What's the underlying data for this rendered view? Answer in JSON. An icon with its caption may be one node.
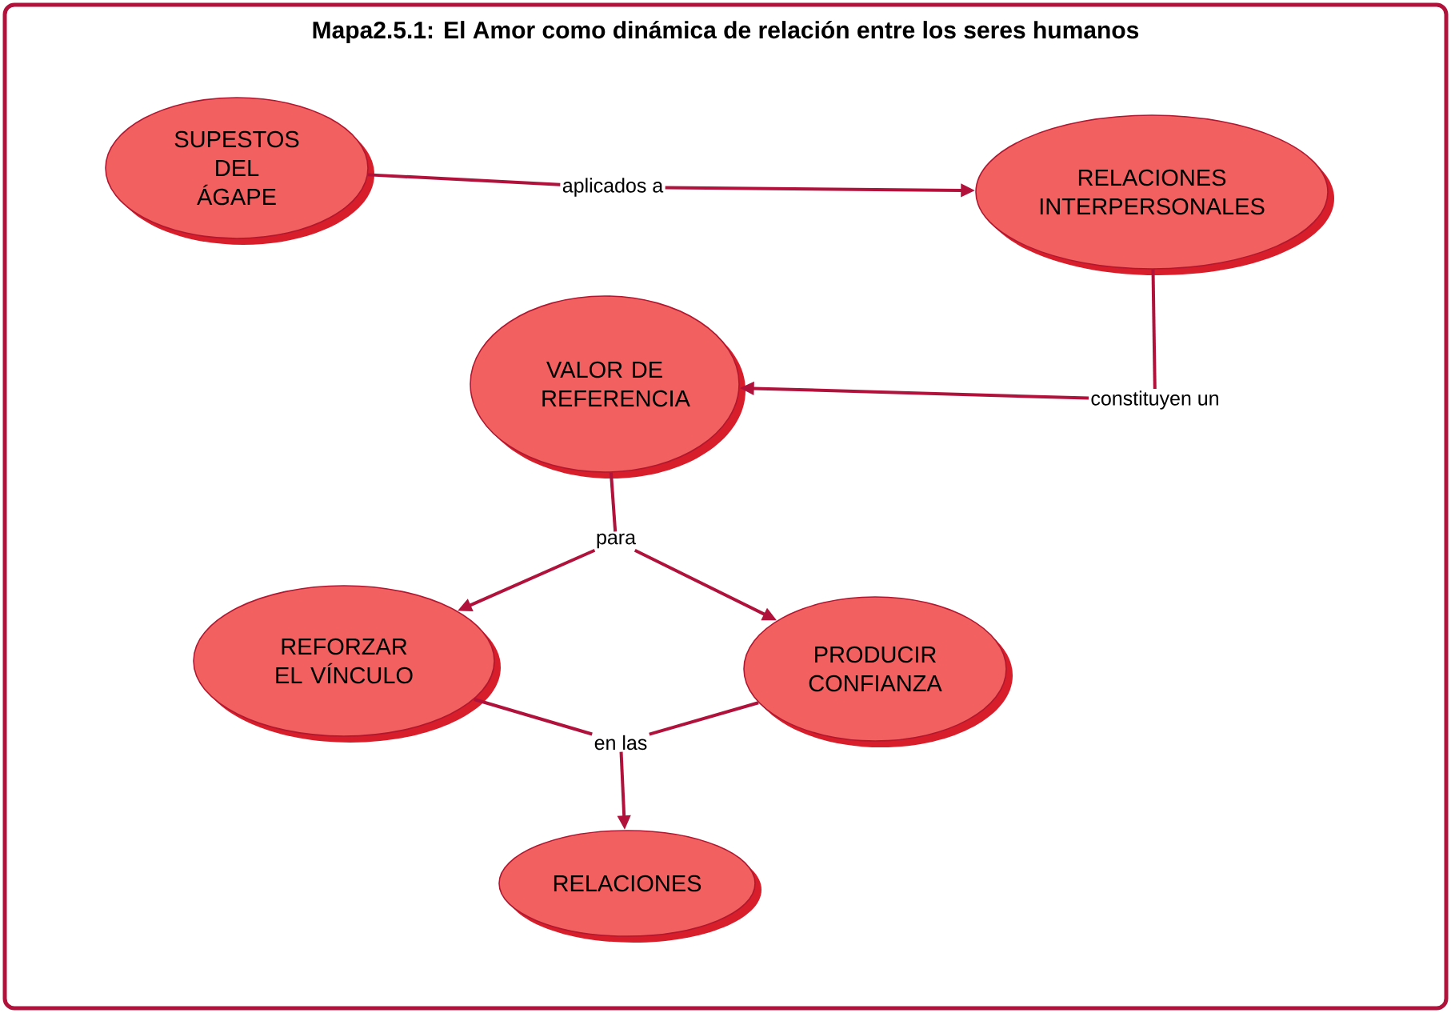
{
  "diagram": {
    "title": "Mapa2.5.1: El Amor como dinámica de relación entre los seres humanos",
    "nodes": [
      {
        "text": [
          "SUPESTOS DEL ÁGAPE"
        ]
      },
      {
        "text": [
          "aplicados a"
        ]
      },
      {
        "text": [
          "RELACIONES INTERPERSONALES"
        ]
      },
      {
        "text": [
          "constituyen un"
        ]
      },
      {
        "text": [
          "VALOR DE REFERENCIA"
        ]
      },
      {
        "text": [
          "para"
        ]
      },
      {
        "text": [
          "REFORZAR EL VÍNCULO"
        ]
      },
      {
        "text": [
          "PRODUCIR CONFIANZA"
        ]
      },
      {
        "text": [
          "en las"
        ]
      },
      {
        "text": [
          "RELACIONES"
        ]
      }
    ],
    "edges": [
      {
        "from": 0,
        "to": 1,
        "arrow": "none"
      },
      {
        "from": 1,
        "to": 2,
        "arrow": "to"
      },
      {
        "from": 2,
        "to": 3,
        "arrow": "none"
      },
      {
        "from": 3,
        "to": 4,
        "arrow": "to"
      },
      {
        "from": 4,
        "to": 5,
        "arrow": "none"
      },
      {
        "from": 5,
        "to": 6,
        "arrow": "to"
      },
      {
        "from": 5,
        "to": 7,
        "arrow": "to"
      },
      {
        "from": 6,
        "to": 8,
        "arrow": "none"
      },
      {
        "from": 7,
        "to": 8,
        "arrow": "none"
      },
      {
        "from": 8,
        "to": 9,
        "arrow": "to"
      }
    ]
  }
}
